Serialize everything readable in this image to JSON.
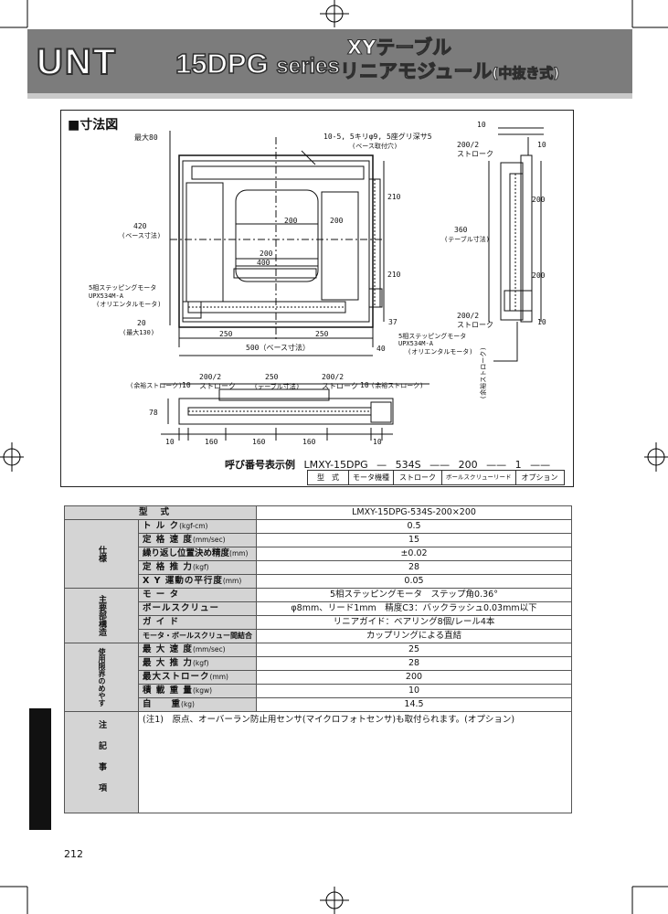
{
  "header": {
    "logo": "UNT",
    "model": "15DPG",
    "series": "series",
    "title_line1": "XYテーブル",
    "title_line2": "リニアモジュール",
    "title_sub": "(中抜き式)"
  },
  "drawing": {
    "section_title": "■寸法図",
    "labels": {
      "max80": "最大80",
      "holes": "10-5, 5キリφ9, 5座グリ深サ5",
      "holes_note": "(ベース取付穴)",
      "base420": "420",
      "base420_note": "(ベース寸法)",
      "d200a": "200",
      "d200b": "200",
      "d200c": "200",
      "d400": "400",
      "d210a": "210",
      "d210b": "210",
      "motor1_l1": "5相ステッピングモータ",
      "motor1_l2": "UPX534M-A",
      "motor1_l3": "(オリエンタルモータ)",
      "d20": "20",
      "max130": "(最大130)",
      "d250a": "250",
      "d250b": "250",
      "d37": "37",
      "d500": "500（ベース寸法）",
      "d40": "40",
      "motor2_l1": "5相ステッピングモータ",
      "motor2_l2": "UPX534M-A",
      "motor2_l3": "(オリエンタルモータ)",
      "r10top": "10",
      "r200_2": "200/2",
      "r_stroke": "ストローク",
      "r10b": "10",
      "r200a": "200",
      "r360": "360",
      "r360_note": "(テーブル寸法)",
      "r200b": "200",
      "r200_2b": "200/2",
      "r_stroke_b": "ストローク",
      "r10c": "10",
      "r_margin": "(余裕ストローク)",
      "bot_margin1": "(余裕ストローク)",
      "bot_10a": "10",
      "bot_200_2a": "200/2",
      "bot_strokea": "ストローク",
      "bot_250": "250",
      "bot_table": "(テーブル寸法)",
      "bot_200_2b": "200/2",
      "bot_strokeb": "ストローク",
      "bot_10b": "10",
      "bot_margin2": "(余裕ストローク)",
      "bot_78": "78",
      "bot_10c": "10",
      "bot_160a": "160",
      "bot_160b": "160",
      "bot_160c": "160",
      "bot_10d": "10"
    }
  },
  "code_example": {
    "label": "呼び番号表示例",
    "code": [
      "LMXY-15DPG",
      "534S",
      "200",
      "1"
    ],
    "legend": [
      "型　式",
      "モータ機種",
      "ストローク",
      "ボールスクリューリード",
      "オプション"
    ]
  },
  "spec_table": {
    "header_label": "型式",
    "header_value": "LMXY-15DPG-534S-200×200",
    "groups": [
      {
        "name": "仕様",
        "rows": [
          {
            "label": "ト ル ク",
            "unit": "(kgf-cm)",
            "value": "0.5"
          },
          {
            "label": "定 格 速 度",
            "unit": "(mm/sec)",
            "value": "15"
          },
          {
            "label": "繰り返し位置決め精度",
            "unit": "(mm)",
            "value": "±0.02"
          },
          {
            "label": "定 格 推 力",
            "unit": "(kgf)",
            "value": "28"
          },
          {
            "label": "X Y 運動の平行度",
            "unit": "(mm)",
            "value": "0.05"
          }
        ]
      },
      {
        "name": "主要部構造",
        "rows": [
          {
            "label": "モ ー タ",
            "unit": "",
            "value": "5相ステッピングモータ　ステップ角0.36°"
          },
          {
            "label": "ボールスクリュー",
            "unit": "",
            "value": "φ8mm、リード1mm　精度C3：バックラッシュ0.03mm以下"
          },
          {
            "label": "ガ イ ド",
            "unit": "",
            "value": "リニアガイド：ベアリング8個/レール4本"
          },
          {
            "label": "モータ・ボールスクリュー間結合",
            "unit": "",
            "value": "カップリングによる直結"
          }
        ]
      },
      {
        "name": "使用限界のめやす",
        "rows": [
          {
            "label": "最 大 速 度",
            "unit": "(mm/sec)",
            "value": "25"
          },
          {
            "label": "最 大 推 力",
            "unit": "(kgf)",
            "value": "28"
          },
          {
            "label": "最大ストローク",
            "unit": "(mm)",
            "value": "200"
          },
          {
            "label": "積 載 重 量",
            "unit": "(kgw)",
            "value": "10"
          },
          {
            "label": "自　　重",
            "unit": "(kg)",
            "value": "14.5"
          }
        ]
      }
    ],
    "notes_group": "注記事項",
    "notes": "(注1)　原点、オーバーラン防止用センサ(マイクロフォトセンサ)も取付られます。(オプション)"
  },
  "page_number": "212"
}
